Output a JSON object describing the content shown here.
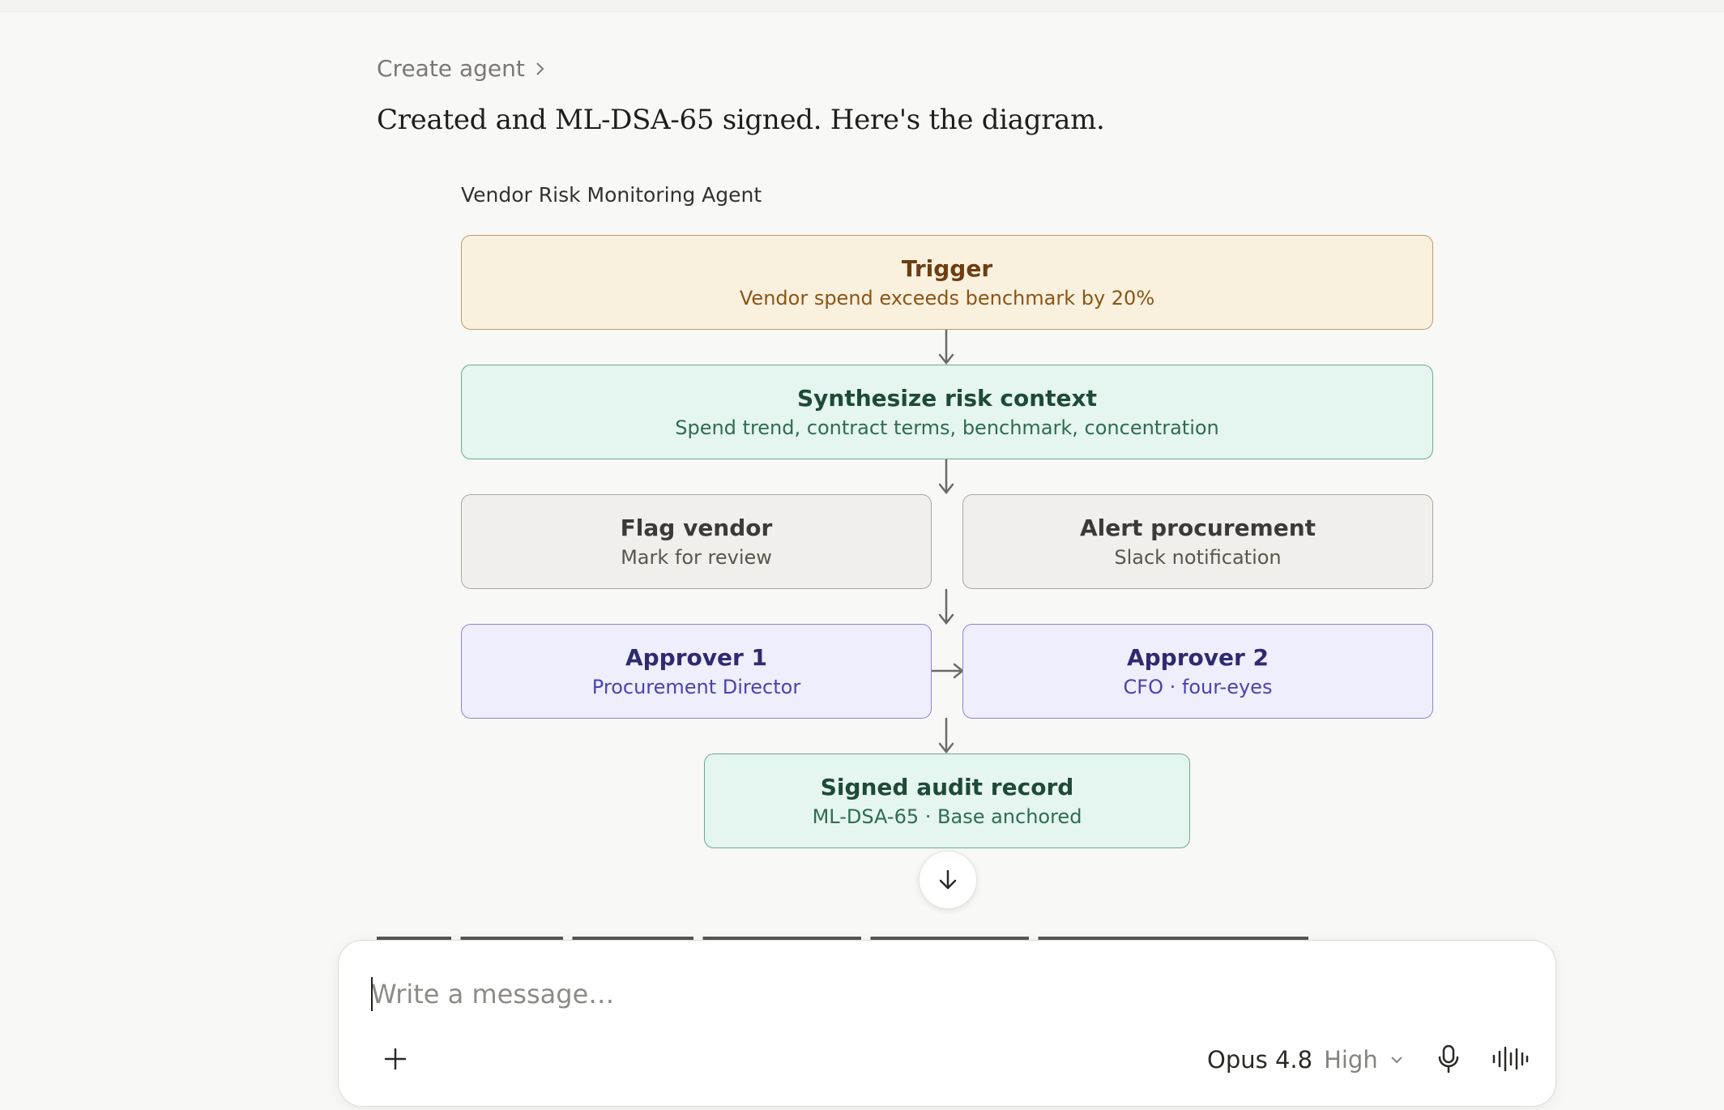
{
  "breadcrumb": {
    "label": "Create agent"
  },
  "message": {
    "text": "Created and ML-DSA-65 signed. Here's the diagram."
  },
  "diagram": {
    "title": "Vendor Risk Monitoring Agent",
    "nodes": {
      "trigger": {
        "title": "Trigger",
        "subtitle": "Vendor spend exceeds benchmark by 20%"
      },
      "synthesize": {
        "title": "Synthesize risk context",
        "subtitle": "Spend trend, contract terms, benchmark, concentration"
      },
      "flag": {
        "title": "Flag vendor",
        "subtitle": "Mark for review"
      },
      "alert": {
        "title": "Alert procurement",
        "subtitle": "Slack notification"
      },
      "approver1": {
        "title": "Approver 1",
        "subtitle": "Procurement Director"
      },
      "approver2": {
        "title": "Approver 2",
        "subtitle": "CFO · four-eyes"
      },
      "audit": {
        "title": "Signed audit record",
        "subtitle": "ML-DSA-65 · Base anchored"
      }
    },
    "colors": {
      "amber": "#faf0de",
      "teal": "#e5f5ef",
      "gray": "#f0efeb",
      "purple": "#eeeefc",
      "arrow": "#6b6a66"
    }
  },
  "icons": {
    "breadcrumb": "chevron-right-icon",
    "scroll": "arrow-down-icon",
    "attach": "plus-icon",
    "model_menu": "chevron-down-icon",
    "dictation": "microphone-icon",
    "voice": "voice-waveform-icon"
  },
  "composer": {
    "placeholder": "Write a message…",
    "value": "",
    "model": "Opus 4.8",
    "effort": "High"
  }
}
